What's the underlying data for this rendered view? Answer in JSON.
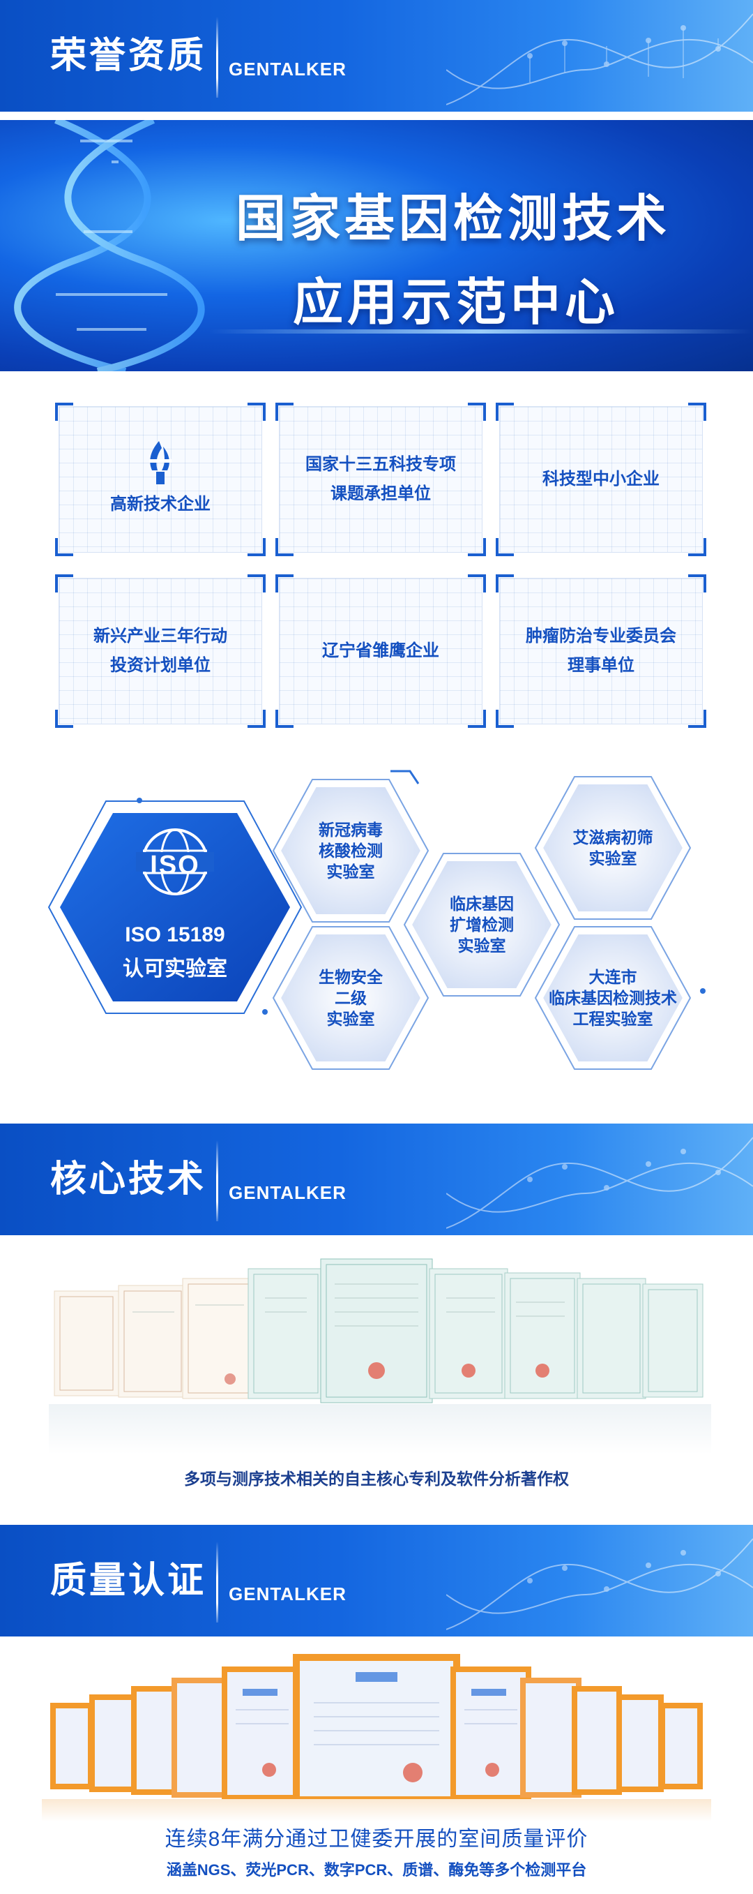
{
  "brand": "GENTALKER",
  "sections": [
    {
      "title": "荣誉资质"
    },
    {
      "title": "核心技术"
    },
    {
      "title": "质量认证"
    }
  ],
  "hero": {
    "line1": "国家基因检测技术",
    "line2": "应用示范中心"
  },
  "honors": [
    {
      "text": "高新技术企业"
    },
    {
      "text": "国家十三五科技专项\n课题承担单位"
    },
    {
      "text": "科技型中小企业"
    },
    {
      "text": "新兴产业三年行动\n投资计划单位"
    },
    {
      "text": "辽宁省雏鹰企业"
    },
    {
      "text": "肿瘤防治专业委员会\n理事单位"
    }
  ],
  "labs": {
    "iso": {
      "logo_text": "ISO",
      "line1": "ISO 15189",
      "line2": "认可实验室"
    },
    "items": [
      {
        "text": "新冠病毒\n核酸检测\n实验室"
      },
      {
        "text": "生物安全\n二级\n实验室"
      },
      {
        "text": "临床基因\n扩增检测\n实验室"
      },
      {
        "text": "艾滋病初筛\n实验室"
      },
      {
        "text": "大连市\n临床基因检测技术\n工程实验室"
      }
    ]
  },
  "core_tech": {
    "caption": "多项与测序技术相关的自主核心专利及软件分析著作权"
  },
  "quality": {
    "caption": "连续8年满分通过卫健委开展的室间质量评价",
    "subcaption": "涵盖NGS、荧光PCR、数字PCR、质谱、酶免等多个检测平台"
  },
  "colors": {
    "primary": "#1466e0",
    "text_blue": "#1450c0",
    "frame_orange": "#f39a2b"
  },
  "icons": {
    "honor_logo": "torch-icon",
    "iso_logo": "globe-icon",
    "banner_decor": "dna-helix-icon"
  }
}
